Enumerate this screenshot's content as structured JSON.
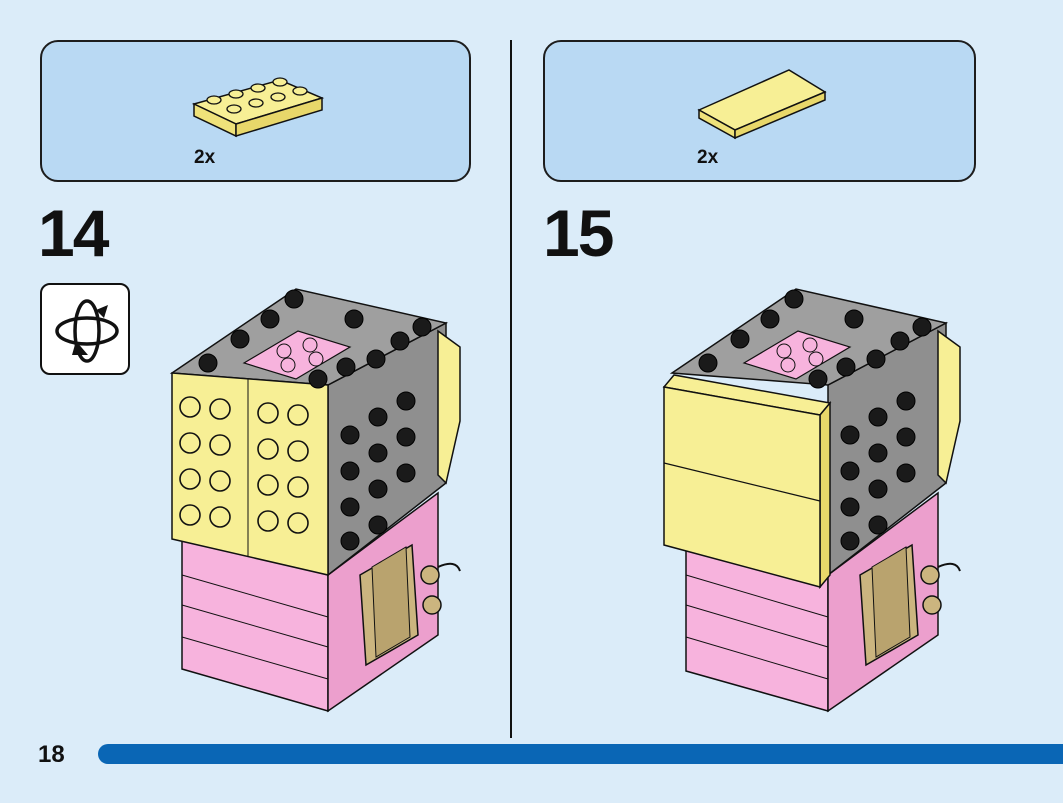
{
  "page_number": "18",
  "steps": [
    {
      "number": "14",
      "part_quantity": "2x",
      "part": "yellow-2x4-plate-icon"
    },
    {
      "number": "15",
      "part_quantity": "2x",
      "part": "yellow-2x4-tile-icon"
    }
  ],
  "rotate_icon": "rotate-model-icon",
  "colors": {
    "background": "#dbecf9",
    "callout": "#b9d9f3",
    "page_bar": "#0a66b5",
    "yellow": "#f7ef95",
    "pink": "#f7b3dd",
    "gray": "#9f9f9f",
    "tan": "#cbb57f",
    "black": "#1a1a1a"
  }
}
